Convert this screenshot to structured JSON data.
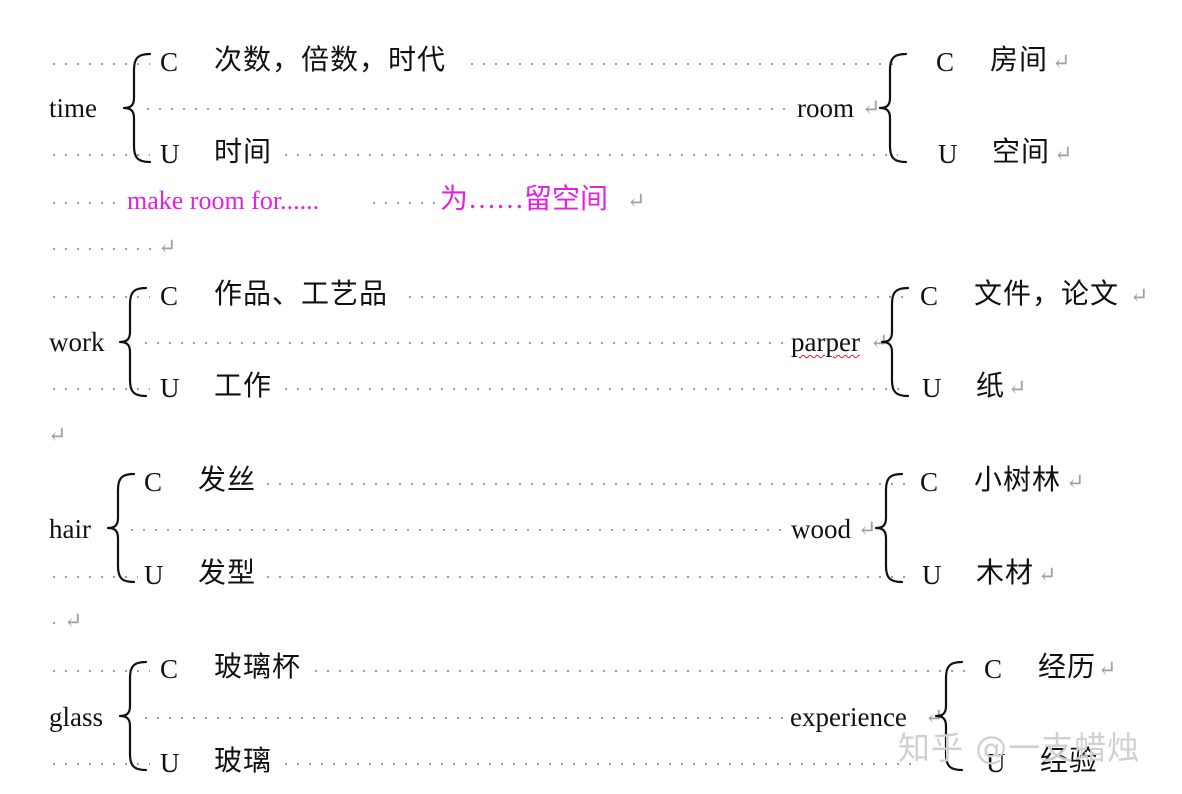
{
  "return_mark": "↵",
  "groups": [
    {
      "left": {
        "word": "time",
        "c_label": "C",
        "c_meaning": "次数，倍数，时代",
        "u_label": "U",
        "u_meaning": "时间"
      },
      "right": {
        "word": "room",
        "c_label": "C",
        "c_meaning": "房间",
        "u_label": "U",
        "u_meaning": "空间"
      }
    },
    {
      "left": {
        "word": "work",
        "c_label": "C",
        "c_meaning": "作品、工艺品",
        "u_label": "U",
        "u_meaning": "工作"
      },
      "right": {
        "word": "parper",
        "c_label": "C",
        "c_meaning": "文件，论文",
        "u_label": "U",
        "u_meaning": "纸"
      }
    },
    {
      "left": {
        "word": "hair",
        "c_label": "C",
        "c_meaning": "发丝",
        "u_label": "U",
        "u_meaning": "发型"
      },
      "right": {
        "word": "wood",
        "c_label": "C",
        "c_meaning": "小树林",
        "u_label": "U",
        "u_meaning": "木材"
      }
    },
    {
      "left": {
        "word": "glass",
        "c_label": "C",
        "c_meaning": "玻璃杯",
        "u_label": "U",
        "u_meaning": "玻璃"
      },
      "right": {
        "word": "experience",
        "c_label": "C",
        "c_meaning": "经历",
        "u_label": "U",
        "u_meaning": "经验"
      }
    }
  ],
  "phrase": {
    "english": "make room for......",
    "chinese": "为……留空间"
  },
  "colors": {
    "phrase": "#e61ee6",
    "dots": "#9a9a9a",
    "return_mark": "#a0a0a0",
    "spelling_squiggle": "#d42020",
    "watermark": "#d0d0d0"
  },
  "watermark": "知乎 @一支蜡烛"
}
